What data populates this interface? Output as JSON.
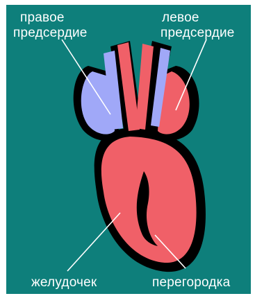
{
  "labels": {
    "right_atrium_line1": "правое",
    "right_atrium_line2": "предсердие",
    "left_atrium_line1": "левое",
    "left_atrium_line2": "предсердие",
    "ventricle": "желудочек",
    "septum": "перегородка"
  },
  "colors": {
    "background": "#0e7f7b",
    "oxygenated": "#f06068",
    "deoxygenated": "#a0a8f8",
    "outline": "#000000",
    "text": "#ffffff"
  }
}
